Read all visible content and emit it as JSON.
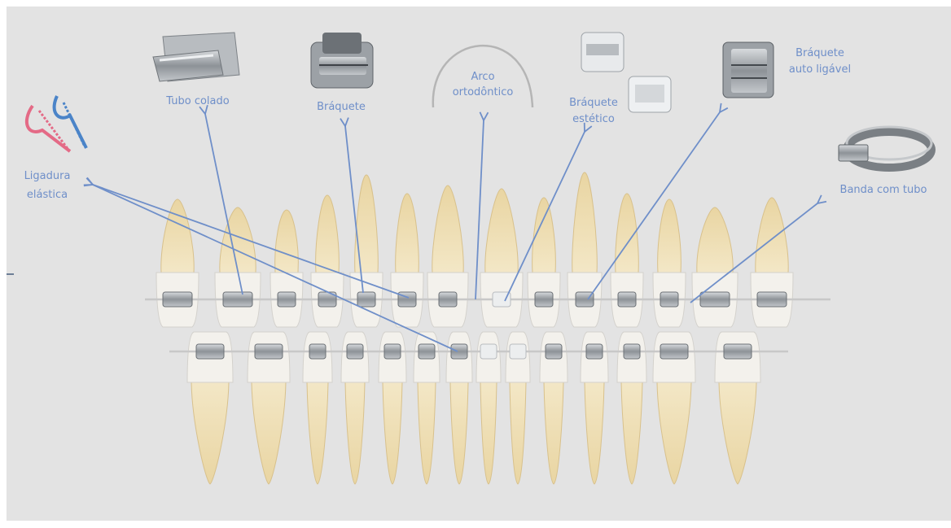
{
  "labels": {
    "ligadura_l1": "Ligadura",
    "ligadura_l2": "elástica",
    "tubo_colado": "Tubo colado",
    "braquete": "Bráquete",
    "arco_l1": "Arco",
    "arco_l2": "ortodôntico",
    "estetico_l1": "Bráquete",
    "estetico_l2": "estético",
    "autolig_l1": "Bráquete",
    "autolig_l2": "auto ligável",
    "banda": "Banda com tubo"
  },
  "icons": {
    "ligadura": "elastic-ligature-icon",
    "tubo": "bonded-tube-icon",
    "braquete": "bracket-icon",
    "arco": "archwire-icon",
    "estetico": "aesthetic-bracket-icon",
    "autolig": "self-ligating-bracket-icon",
    "banda": "band-with-tube-icon"
  },
  "colors": {
    "background": "#e3e3e3",
    "label": "#6f8fc9",
    "pointer": "#6f8fc9",
    "tooth_root": "#ecdcb0",
    "tooth_crown": "#f4f2ec",
    "metal": "#9ea3a8"
  }
}
